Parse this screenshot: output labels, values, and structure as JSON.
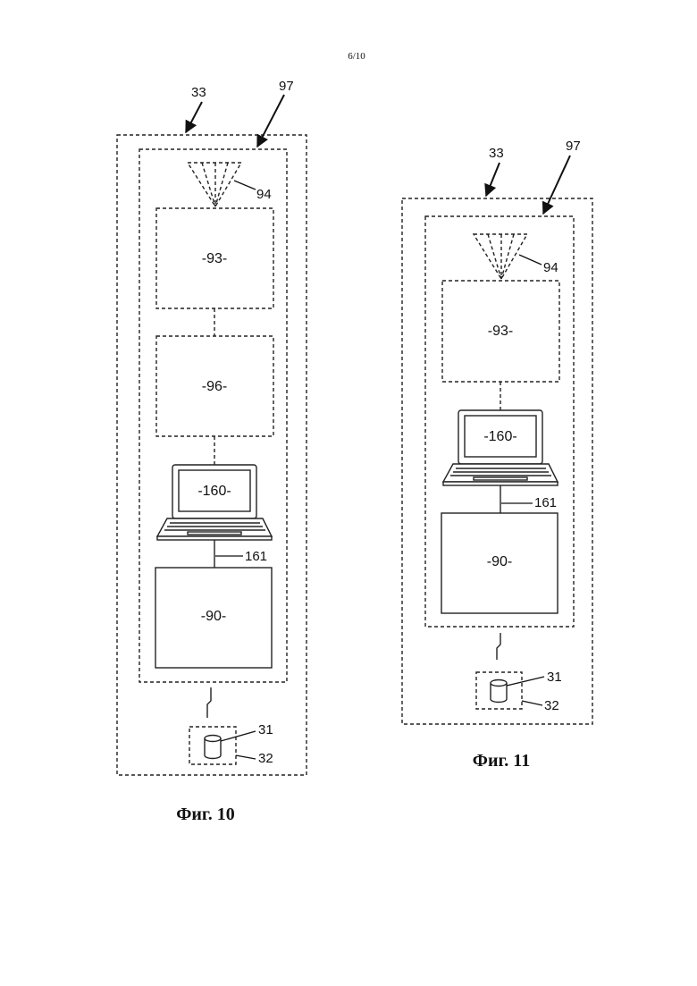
{
  "page_number": "6/10",
  "figures": [
    {
      "caption": "Фиг. 10",
      "ref_outer": "33",
      "ref_inner": "97",
      "ref_antenna": "94",
      "box_93": "-93-",
      "box_96": "-96-",
      "laptop_label": "-160-",
      "ref_link": "161",
      "box_90": "-90-",
      "ref_db": "31",
      "ref_db_box": "32"
    },
    {
      "caption": "Фиг. 11",
      "ref_outer": "33",
      "ref_inner": "97",
      "ref_antenna": "94",
      "box_93": "-93-",
      "laptop_label": "-160-",
      "ref_link": "161",
      "box_90": "-90-",
      "ref_db": "31",
      "ref_db_box": "32"
    }
  ]
}
